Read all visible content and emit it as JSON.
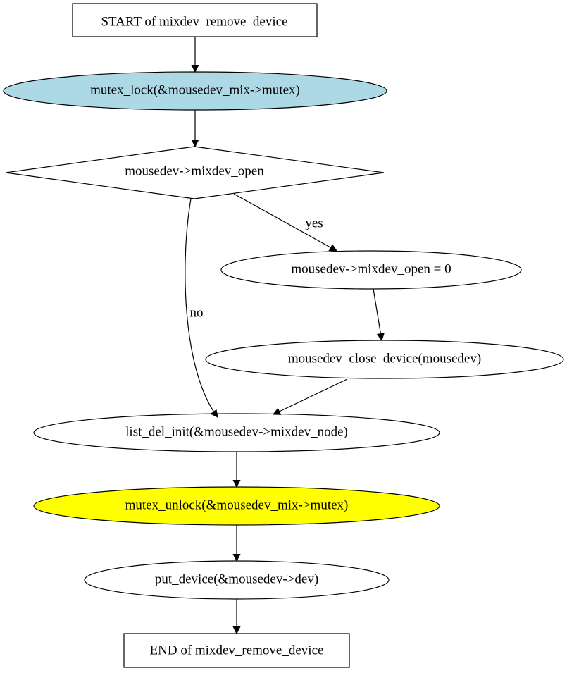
{
  "diagram": {
    "colors": {
      "background": "#ffffff",
      "stroke": "#000000",
      "lock_fill": "#add8e6",
      "unlock_fill": "#ffff00",
      "default_fill": "#ffffff"
    },
    "nodes": {
      "start": {
        "label": "START of mixdev_remove_device",
        "shape": "box"
      },
      "mutex_lock": {
        "label": "mutex_lock(&mousedev_mix->mutex)",
        "shape": "ellipse"
      },
      "decision": {
        "label": "mousedev->mixdev_open",
        "shape": "diamond"
      },
      "set_open": {
        "label": "mousedev->mixdev_open = 0",
        "shape": "ellipse"
      },
      "close_device": {
        "label": "mousedev_close_device(mousedev)",
        "shape": "ellipse"
      },
      "list_del": {
        "label": "list_del_init(&mousedev->mixdev_node)",
        "shape": "ellipse"
      },
      "mutex_unlock": {
        "label": "mutex_unlock(&mousedev_mix->mutex)",
        "shape": "ellipse"
      },
      "put_device": {
        "label": "put_device(&mousedev->dev)",
        "shape": "ellipse"
      },
      "end": {
        "label": "END of mixdev_remove_device",
        "shape": "box"
      }
    },
    "edges": {
      "yes_label": "yes",
      "no_label": "no"
    }
  }
}
